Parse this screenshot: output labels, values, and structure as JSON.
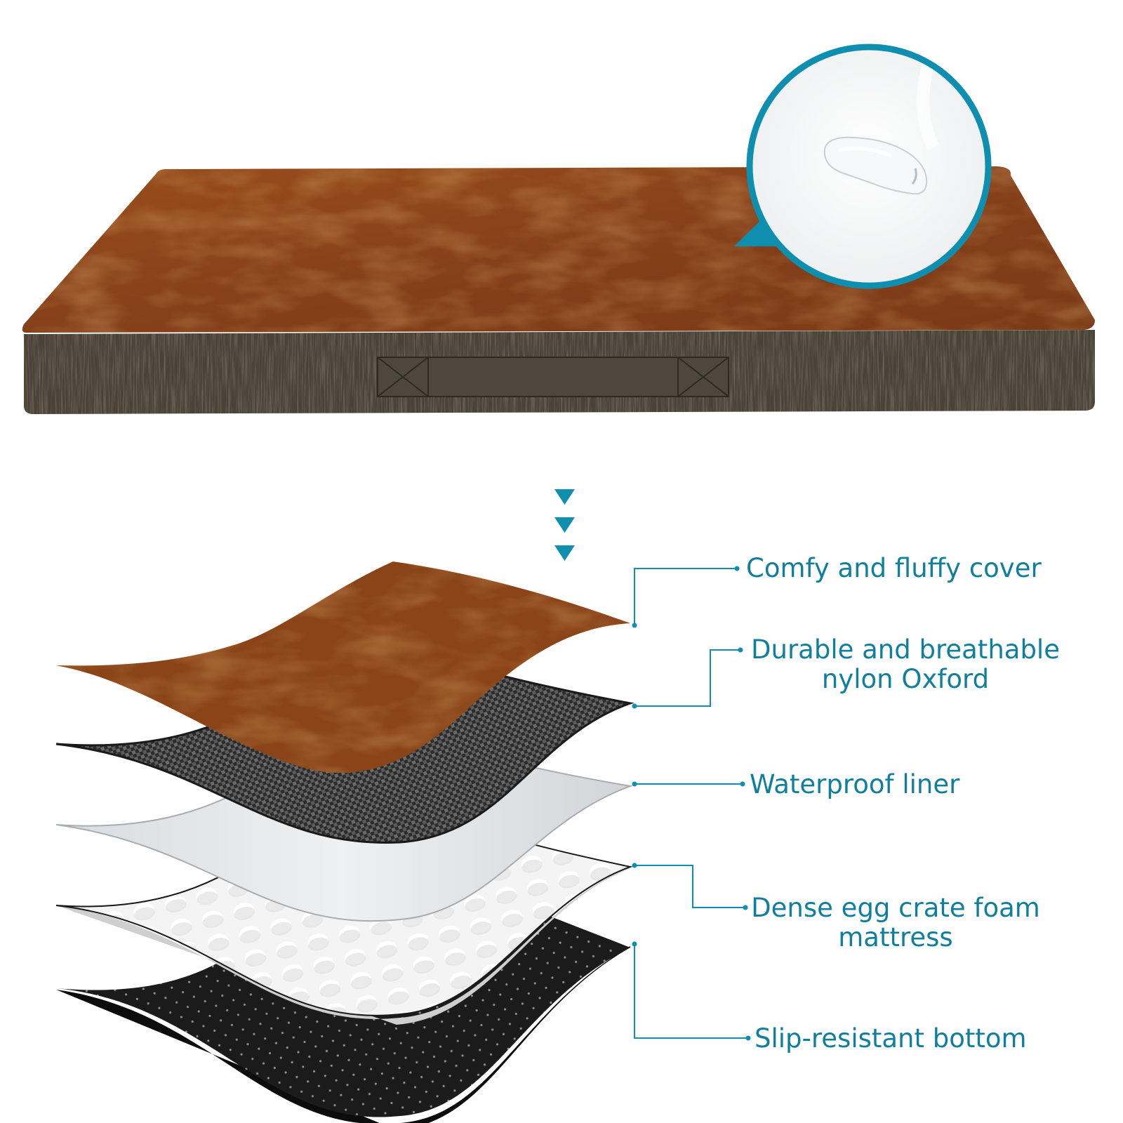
{
  "colors": {
    "accent": "#0f8fb0",
    "label_text": "#0f7f9c",
    "cover_brown": "#8a4418",
    "side_dark": "#4a4237",
    "oxford_grey": "#3a3a3a",
    "liner_white": "#e4e6e8",
    "foam_white": "#f2f2f2",
    "bottom_black": "#1b1b1b"
  },
  "icons": {
    "arrow": "triangle-down-icon",
    "callout": "water-droplet-magnifier-icon"
  },
  "layers": [
    {
      "id": "cover",
      "lines": [
        "Comfy and fluffy cover"
      ]
    },
    {
      "id": "oxford",
      "lines": [
        "Durable and breathable",
        "nylon Oxford"
      ]
    },
    {
      "id": "liner",
      "lines": [
        "Waterproof liner"
      ]
    },
    {
      "id": "foam",
      "lines": [
        "Dense egg crate foam",
        "mattress"
      ]
    },
    {
      "id": "bottom",
      "lines": [
        "Slip-resistant bottom"
      ]
    }
  ]
}
